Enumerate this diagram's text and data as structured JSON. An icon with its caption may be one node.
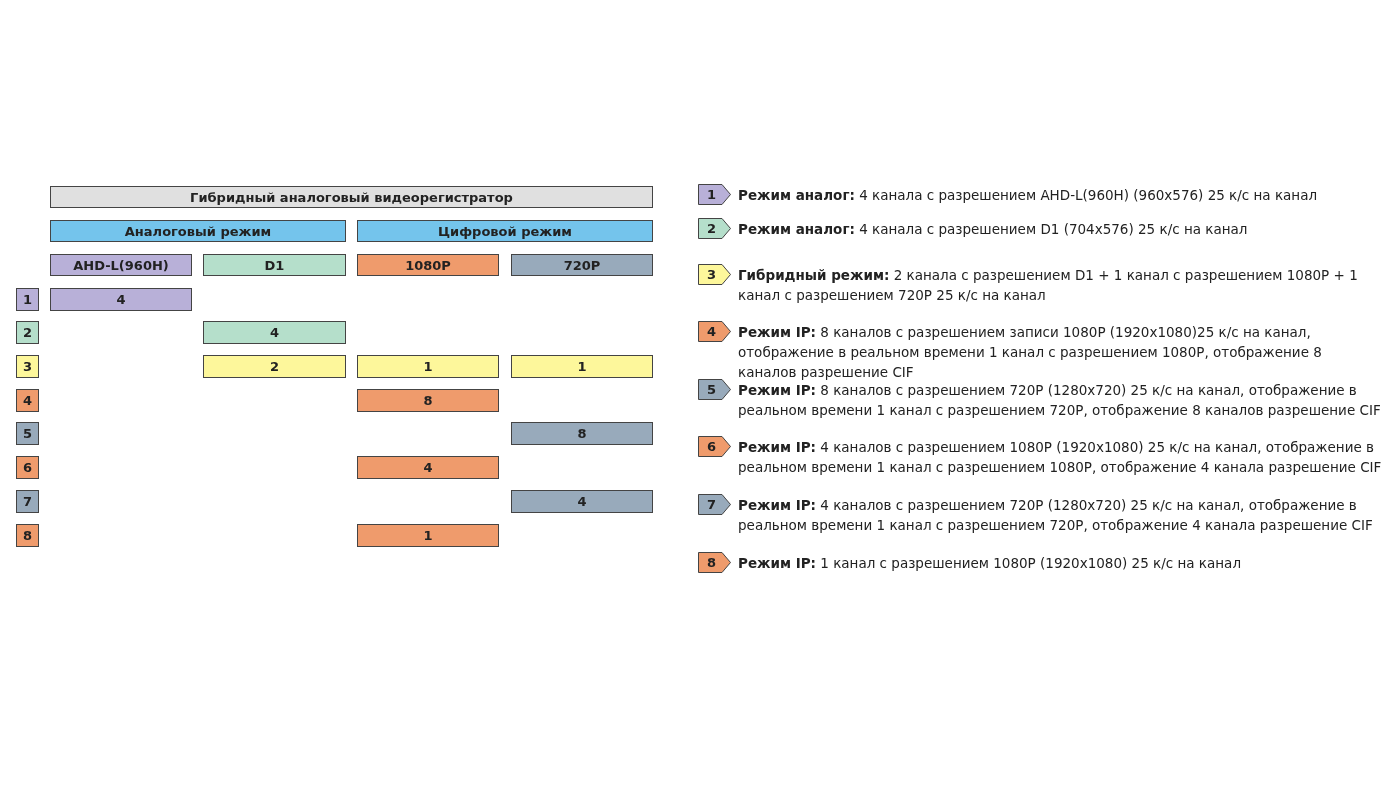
{
  "diagram": {
    "nodes": [
      {
        "text": [
          "Гибридный аналоговый видеорегистратор"
        ]
      },
      {
        "text": [
          "Аналоговый режим"
        ]
      },
      {
        "text": [
          "Цифровой режим"
        ]
      },
      {
        "text": [
          "AHD-L(960H)"
        ]
      },
      {
        "text": [
          "D1"
        ]
      },
      {
        "text": [
          "1080P"
        ]
      },
      {
        "text": [
          "720P"
        ]
      },
      {
        "text": [
          "1"
        ]
      },
      {
        "text": [
          "4"
        ]
      },
      {
        "text": [
          "2"
        ]
      },
      {
        "text": [
          "4"
        ]
      },
      {
        "text": [
          "3"
        ]
      },
      {
        "text": [
          "2"
        ]
      },
      {
        "text": [
          "1"
        ]
      },
      {
        "text": [
          "1"
        ]
      },
      {
        "text": [
          "4"
        ]
      },
      {
        "text": [
          "8"
        ]
      },
      {
        "text": [
          "5"
        ]
      },
      {
        "text": [
          "8"
        ]
      },
      {
        "text": [
          "6"
        ]
      },
      {
        "text": [
          "4"
        ]
      },
      {
        "text": [
          "7"
        ]
      },
      {
        "text": [
          "4"
        ]
      },
      {
        "text": [
          "8"
        ]
      },
      {
        "text": [
          "1"
        ]
      },
      {
        "text": [
          "1"
        ],
        "beside": [
          "**Режим аналог:** 4 канала с разрешением AHD-L(960H) (960x576) 25 к/с на канал"
        ]
      },
      {
        "text": [
          "2"
        ],
        "beside": [
          "**Режим аналог:** 4 канала с разрешением D1 (704x576) 25 к/с на канал"
        ]
      },
      {
        "text": [
          "3"
        ],
        "beside": [
          "**Гибридный режим:** 2 канала с разрешением D1 + 1 канал с разрешением 1080P + 1 канал с разрешением 720P 25 к/с на канал"
        ]
      },
      {
        "text": [
          "4"
        ],
        "beside": [
          "**Режим IP:** 8 каналов с разрешением записи 1080P (1920x1080)25 к/с на канал, отображение в реальном времени 1 канал с разрешением 1080P, отображение 8 каналов разрешение CIF"
        ]
      },
      {
        "text": [
          "5"
        ],
        "beside": [
          "**Режим IP:** 8 каналов с разрешением 720P (1280x720) 25 к/с на канал, отображение в реальном времени 1 канал с разрешением 720P, отображение 8 каналов разрешение CIF"
        ]
      },
      {
        "text": [
          "6"
        ],
        "beside": [
          "**Режим IP:** 4 каналов с разрешением 1080P (1920x1080) 25 к/с на канал, отображение в реальном времени 1 канал с разрешением 1080P, отображение 4 канала разрешение CIF"
        ]
      },
      {
        "text": [
          "7"
        ],
        "beside": [
          "**Режим IP:** 4 каналов с разрешением 720P (1280x720) 25 к/с на канал, отображение в реальном времени 1 канал с разрешением 720P, отображение 4 канала разрешение CIF"
        ]
      },
      {
        "text": [
          "8"
        ],
        "beside": [
          "**Режим IP:** 1 канал с разрешением 1080P (1920x1080) 25 к/с на канал"
        ]
      }
    ]
  }
}
